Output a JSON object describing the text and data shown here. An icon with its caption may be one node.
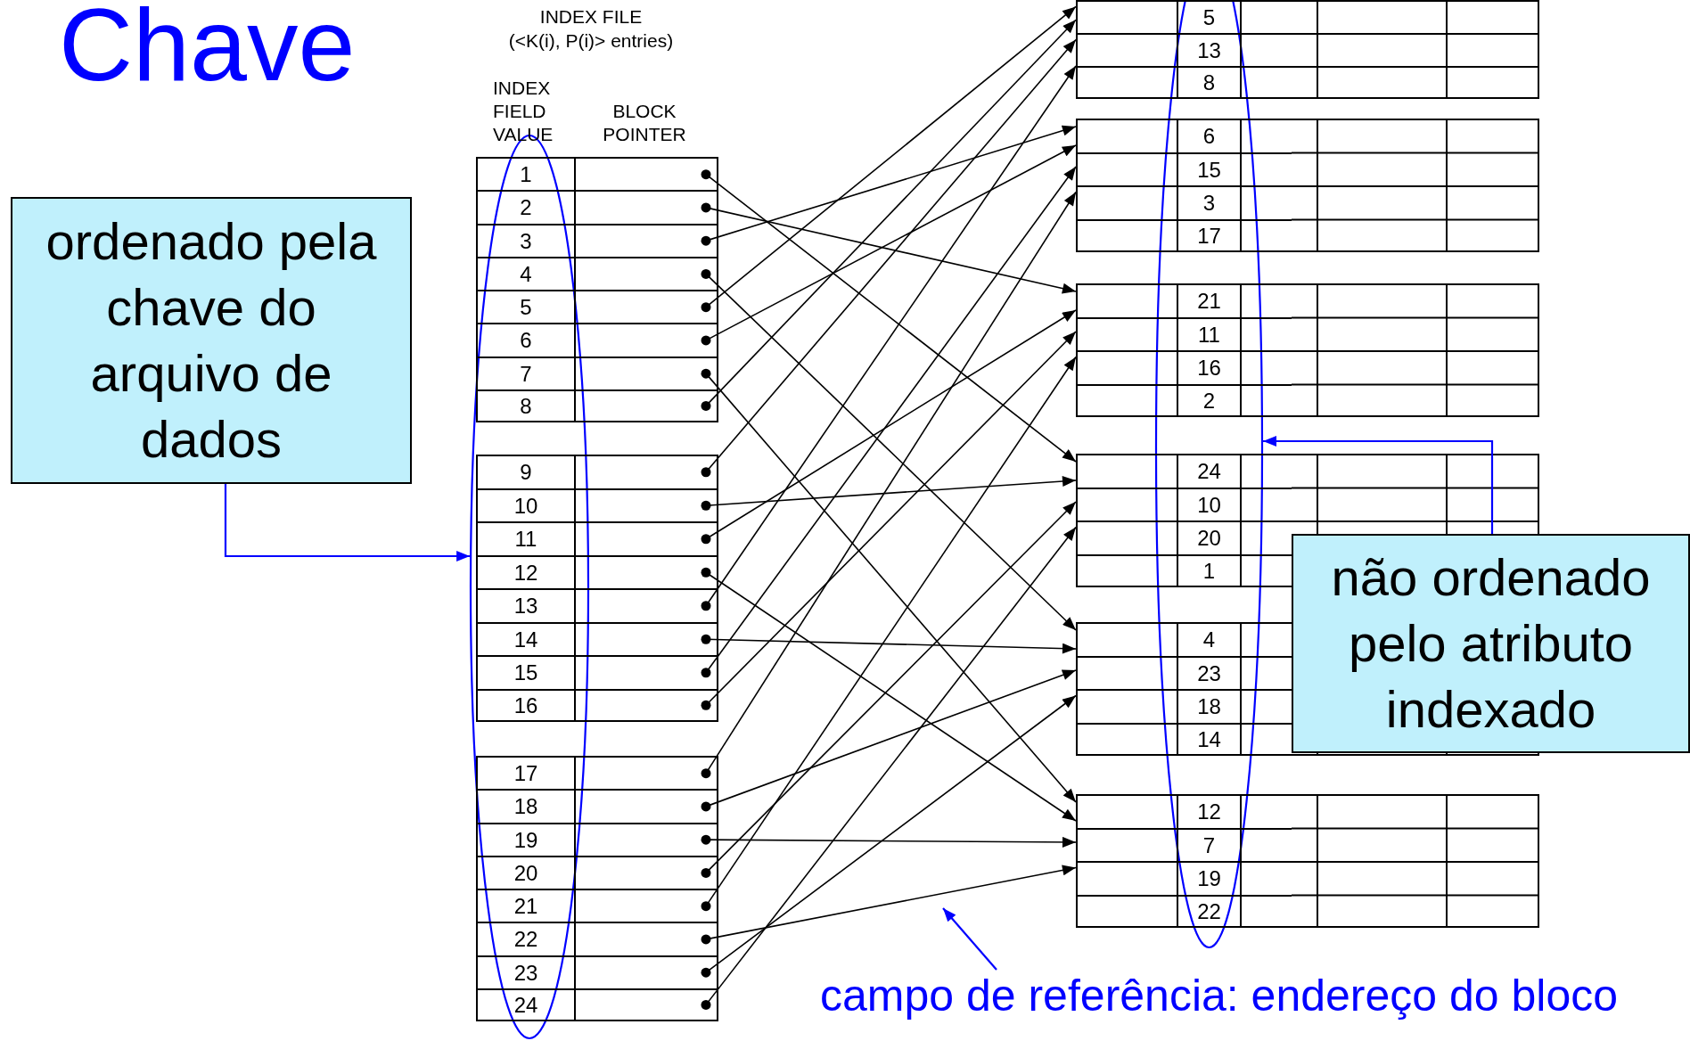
{
  "diagram": {
    "title": "Chave",
    "nodes": [
      {
        "text": [
          "ordenado pela chave do arquivo de dados"
        ]
      },
      {
        "text": [],
        "shape": "ellipse"
      },
      {
        "text": [],
        "shape": "box"
      },
      {
        "text": [
          "1"
        ],
        "in": 2
      },
      {
        "text": [
          "2"
        ],
        "in": 2
      },
      {
        "text": [
          "3"
        ],
        "in": 2
      },
      {
        "text": [
          "4"
        ],
        "in": 2
      },
      {
        "text": [
          "5"
        ],
        "in": 2
      },
      {
        "text": [
          "6"
        ],
        "in": 2
      },
      {
        "text": [
          "7"
        ],
        "in": 2
      },
      {
        "text": [
          "8"
        ],
        "in": 2
      },
      {
        "text": [],
        "shape": "box"
      },
      {
        "text": [
          "9"
        ],
        "in": 11
      },
      {
        "text": [
          "10"
        ],
        "in": 11
      },
      {
        "text": [
          "11"
        ],
        "in": 11
      },
      {
        "text": [
          "12"
        ],
        "in": 11
      },
      {
        "text": [
          "13"
        ],
        "in": 11
      },
      {
        "text": [
          "14"
        ],
        "in": 11
      },
      {
        "text": [
          "15"
        ],
        "in": 11
      },
      {
        "text": [
          "16"
        ],
        "in": 11
      },
      {
        "text": [],
        "shape": "box"
      },
      {
        "text": [
          "17"
        ],
        "in": 20
      },
      {
        "text": [
          "18"
        ],
        "in": 20
      },
      {
        "text": [
          "19"
        ],
        "in": 20
      },
      {
        "text": [
          "20"
        ],
        "in": 20
      },
      {
        "text": [
          "21"
        ],
        "in": 20
      },
      {
        "text": [
          "22"
        ],
        "in": 20
      },
      {
        "text": [
          "23"
        ],
        "in": 20
      },
      {
        "text": [
          "24"
        ],
        "in": 20
      },
      {
        "text": [],
        "shape": "ellipse"
      },
      {
        "text": [],
        "shape": "box"
      },
      {
        "text": [
          "5"
        ],
        "in": 30
      },
      {
        "text": [
          "13"
        ],
        "in": 30
      },
      {
        "text": [
          "8"
        ],
        "in": 30
      },
      {
        "text": [],
        "shape": "box"
      },
      {
        "text": [
          "6"
        ],
        "in": 34
      },
      {
        "text": [
          "15"
        ],
        "in": 34
      },
      {
        "text": [
          "3"
        ],
        "in": 34
      },
      {
        "text": [
          "17"
        ],
        "in": 34
      },
      {
        "text": [],
        "shape": "box"
      },
      {
        "text": [
          "21"
        ],
        "in": 39
      },
      {
        "text": [
          "11"
        ],
        "in": 39
      },
      {
        "text": [
          "16"
        ],
        "in": 39
      },
      {
        "text": [
          "2"
        ],
        "in": 39
      },
      {
        "text": [],
        "shape": "box"
      },
      {
        "text": [
          "24"
        ],
        "in": 44
      },
      {
        "text": [
          "10"
        ],
        "in": 44
      },
      {
        "text": [
          "20"
        ],
        "in": 44
      },
      {
        "text": [
          "1"
        ],
        "in": 44
      },
      {
        "text": [],
        "shape": "box"
      },
      {
        "text": [
          "4"
        ],
        "in": 49
      },
      {
        "text": [
          "23"
        ],
        "in": 49
      },
      {
        "text": [
          "18"
        ],
        "in": 49
      },
      {
        "text": [
          "14"
        ],
        "in": 49
      },
      {
        "text": [],
        "shape": "box"
      },
      {
        "text": [
          "12"
        ],
        "in": 54
      },
      {
        "text": [
          "7"
        ],
        "in": 54
      },
      {
        "text": [
          "19"
        ],
        "in": 54
      },
      {
        "text": [
          "22"
        ],
        "in": 54
      },
      {
        "text": [
          "não ordenado pelo atributo indexado"
        ]
      },
      {
        "text": [
          "campo de referência: endereço do bloco"
        ]
      }
    ],
    "edges": [
      {
        "from": 3,
        "to": 44,
        "arrow": "to"
      },
      {
        "from": 4,
        "to": 39,
        "arrow": "to"
      },
      {
        "from": 5,
        "to": 34,
        "arrow": "to"
      },
      {
        "from": 6,
        "to": 49,
        "arrow": "to"
      },
      {
        "from": 7,
        "to": 30,
        "arrow": "to"
      },
      {
        "from": 8,
        "to": 34,
        "arrow": "to"
      },
      {
        "from": 9,
        "to": 54,
        "arrow": "to"
      },
      {
        "from": 10,
        "to": 30,
        "arrow": "to"
      },
      {
        "from": 12,
        "to": 30,
        "arrow": "to"
      },
      {
        "from": 13,
        "to": 44,
        "arrow": "to"
      },
      {
        "from": 14,
        "to": 39,
        "arrow": "to"
      },
      {
        "from": 15,
        "to": 54,
        "arrow": "to"
      },
      {
        "from": 16,
        "to": 30,
        "arrow": "to"
      },
      {
        "from": 17,
        "to": 49,
        "arrow": "to"
      },
      {
        "from": 18,
        "to": 34,
        "arrow": "to"
      },
      {
        "from": 19,
        "to": 39,
        "arrow": "to"
      },
      {
        "from": 21,
        "to": 34,
        "arrow": "to"
      },
      {
        "from": 22,
        "to": 49,
        "arrow": "to"
      },
      {
        "from": 23,
        "to": 54,
        "arrow": "to"
      },
      {
        "from": 24,
        "to": 44,
        "arrow": "to"
      },
      {
        "from": 25,
        "to": 39,
        "arrow": "to"
      },
      {
        "from": 26,
        "to": 54,
        "arrow": "to"
      },
      {
        "from": 27,
        "to": 49,
        "arrow": "to"
      },
      {
        "from": 28,
        "to": 44,
        "arrow": "to"
      },
      {
        "from": 0,
        "to": 1,
        "arrow": "to",
        "color": "#0000ff"
      },
      {
        "from": 59,
        "to": 29,
        "arrow": "to",
        "color": "#0000ff"
      },
      {
        "from": 60,
        "to": null,
        "arrow": "to",
        "color": "#0000ff"
      }
    ],
    "labels": [
      "INDEX FILE",
      "(<K(i), P(i)> entries)",
      "INDEX FIELD VALUE",
      "BLOCK POINTER"
    ]
  }
}
